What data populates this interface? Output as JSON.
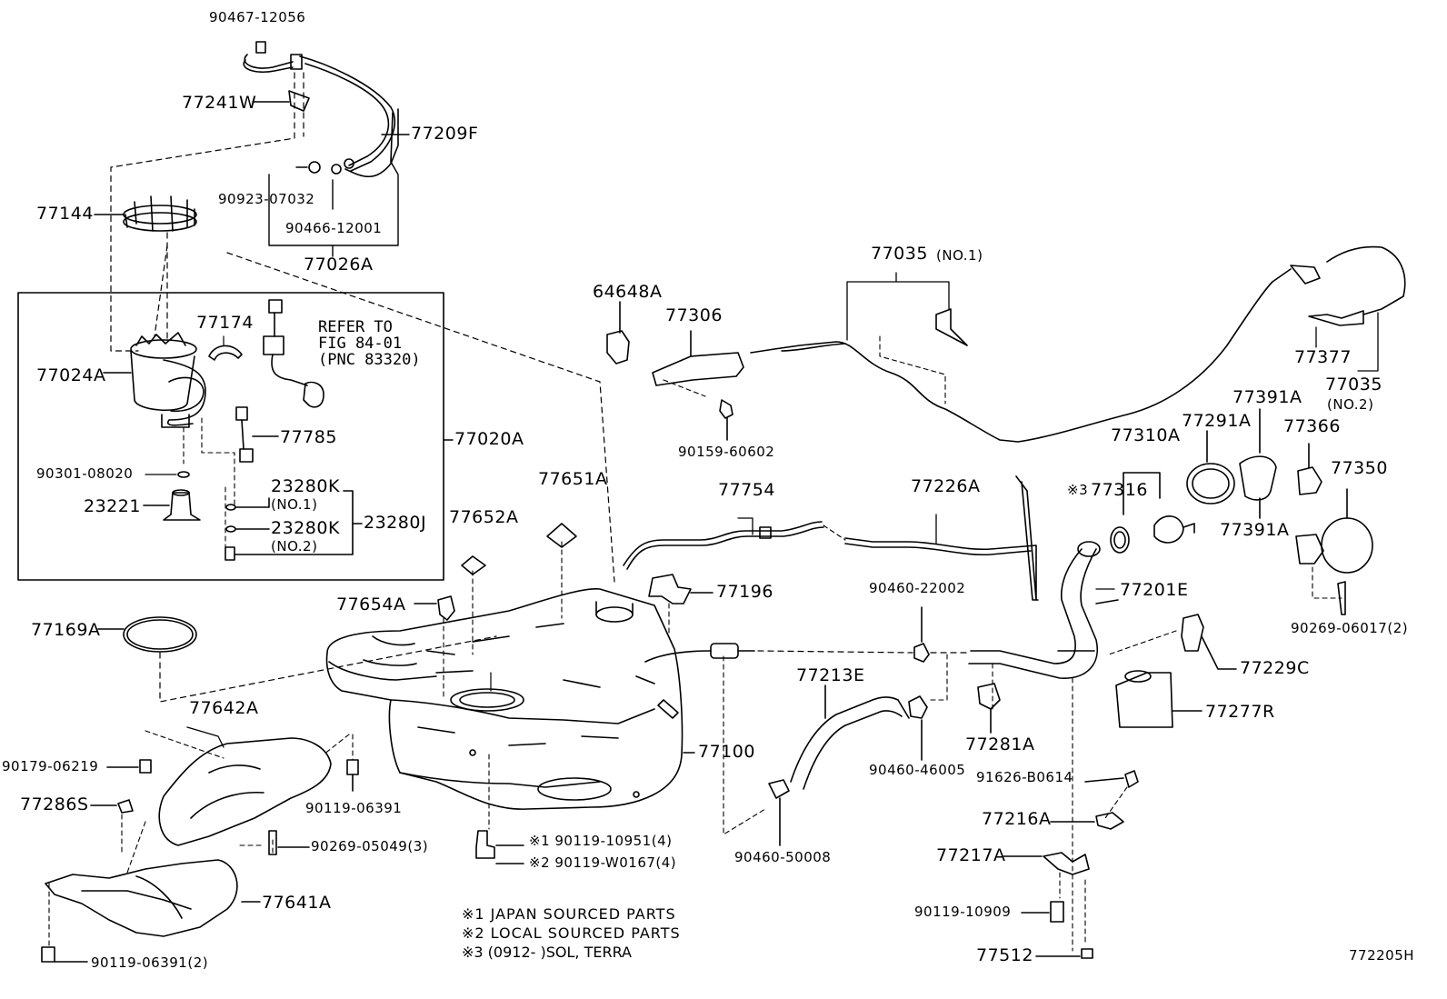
{
  "parts": {
    "p90467_12056": "90467-12056",
    "p77241W": "77241W",
    "p77209F": "77209F",
    "p90923_07032": "90923-07032",
    "p90466_12001": "90466-12001",
    "p77144": "77144",
    "p77026A": "77026A",
    "p77174": "77174",
    "p77024A": "77024A",
    "p77785": "77785",
    "p77020A": "77020A",
    "p90301_08020": "90301-08020",
    "p23280K_1": "23280K",
    "p23280K_1_sub": "(NO.1)",
    "p23221": "23221",
    "p23280K_2": "23280K",
    "p23280K_2_sub": "(NO.2)",
    "p23280J": "23280J",
    "p64648A": "64648A",
    "p77306": "77306",
    "p90159_60602": "90159-60602",
    "p77035_1": "77035",
    "p77035_1_sub": "(NO.1)",
    "p77377": "77377",
    "p77035_2": "77035",
    "p77035_2_sub": "(NO.2)",
    "p77391A_top": "77391A",
    "p77291A": "77291A",
    "p77366": "77366",
    "p77310A": "77310A",
    "p77316_mark": "※3",
    "p77316": "77316",
    "p77350": "77350",
    "p77391A_bot": "77391A",
    "p77651A": "77651A",
    "p77754": "77754",
    "p77226A": "77226A",
    "p77652A": "77652A",
    "p77196": "77196",
    "p77654A": "77654A",
    "p77169A": "77169A",
    "p90460_22002": "90460-22002",
    "p77201E": "77201E",
    "p90269_06017": "90269-06017(2)",
    "p77229C": "77229C",
    "p77213E": "77213E",
    "p77642A": "77642A",
    "p77277R": "77277R",
    "p90179_06219": "90179-06219",
    "p77100": "77100",
    "p77281A": "77281A",
    "p90460_46005": "90460-46005",
    "p91626_B0614": "91626-B0614",
    "p77286S": "77286S",
    "p90119_06391": "90119-06391",
    "p90269_05049": "90269-05049(3)",
    "p90119_10951": "※1 90119-10951(4)",
    "p90119_W0167": "※2 90119-W0167(4)",
    "p77216A": "77216A",
    "p77217A": "77217A",
    "p90460_50008": "90460-50008",
    "p77641A": "77641A",
    "p90119_10909": "90119-10909",
    "p90119_06391_2": "90119-06391(2)",
    "p77512": "77512"
  },
  "refer": "REFER TO\nFIG 84-01\n(PNC 83320)",
  "notes": {
    "n1": "※1  JAPAN SOURCED PARTS",
    "n2": "※2  LOCAL SOURCED PARTS",
    "n3": "※3 (0912-      )SOL, TERRA"
  },
  "figure_id": "772205H"
}
